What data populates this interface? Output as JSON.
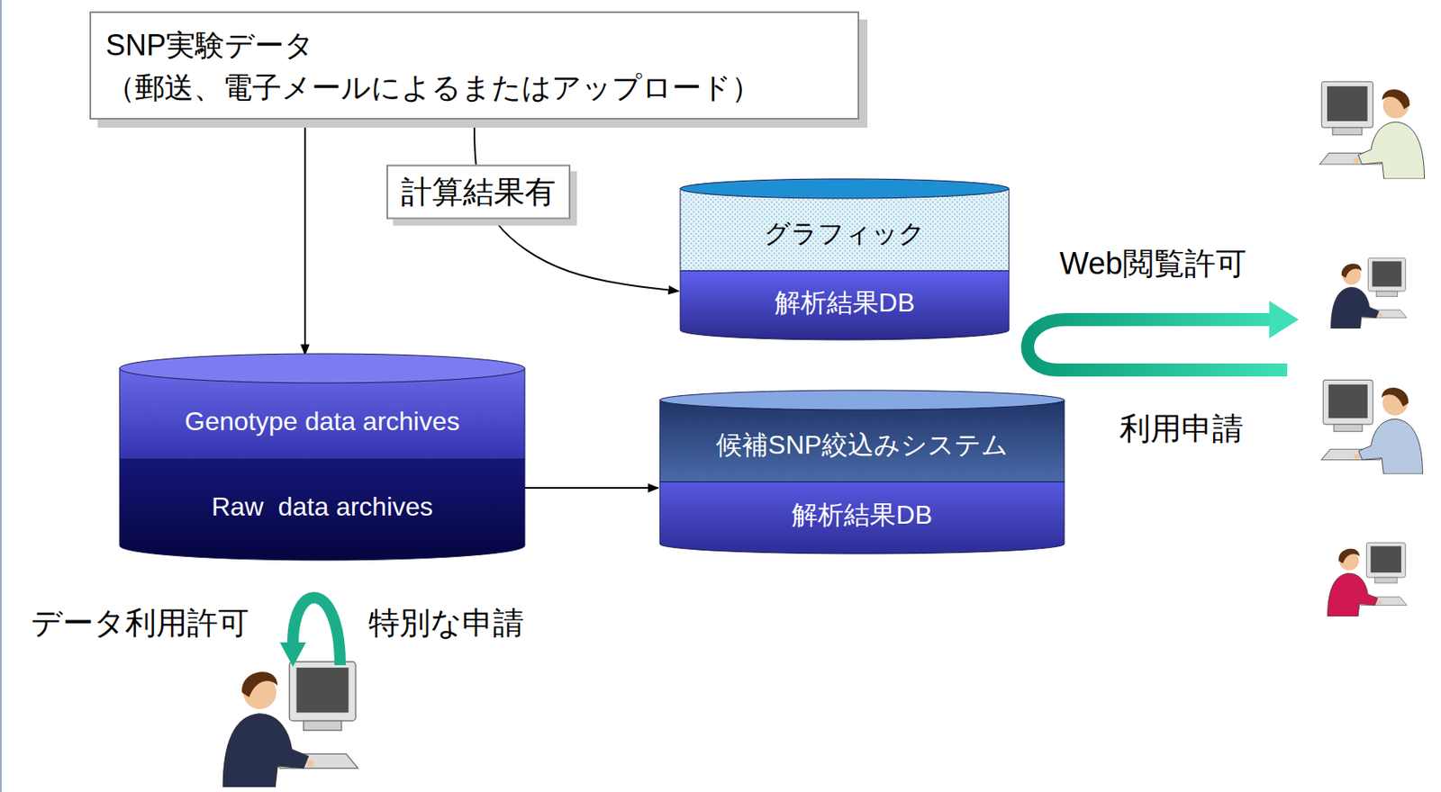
{
  "diagram": {
    "nodes": [
      {
        "text": [
          "SNP実験データ",
          "（郵送、電子メールによるまたはアップロード）"
        ]
      },
      {
        "text": [
          "グラフィック",
          "解析結果DB"
        ]
      },
      {
        "text": [
          "Genotype data archives",
          "Raw  data archives"
        ]
      },
      {
        "text": [
          "候補SNP絞込みシステム",
          "解析結果DB"
        ]
      }
    ],
    "edges": [
      {
        "from": 0,
        "to": 2,
        "arrow": "to"
      },
      {
        "from": 0,
        "to": 1,
        "label": "計算結果有",
        "arrow": "to"
      },
      {
        "from": 2,
        "to": 3,
        "arrow": "to"
      }
    ],
    "labels": [
      "Web閲覧許可",
      "利用申請",
      "データ利用許可",
      "特別な申請"
    ]
  }
}
